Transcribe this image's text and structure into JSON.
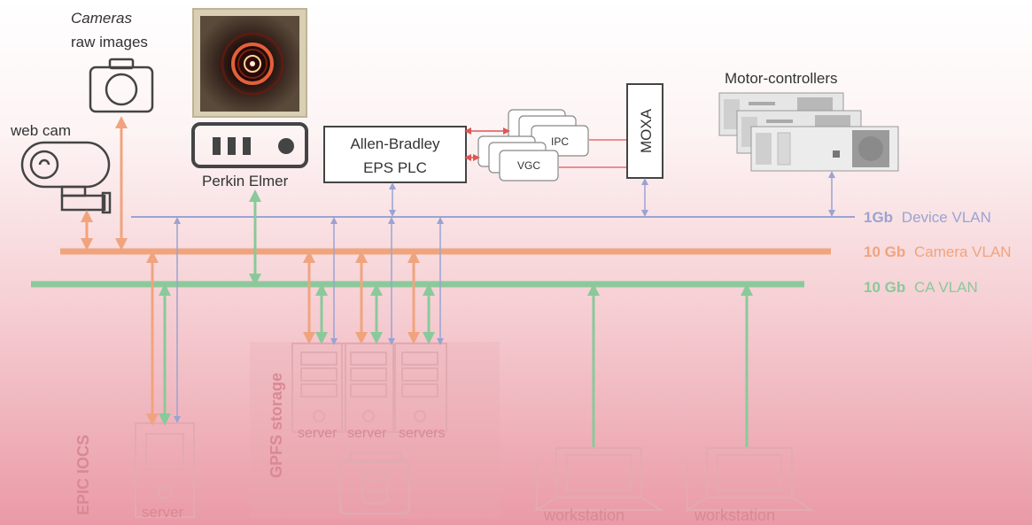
{
  "labels": {
    "cameras_line1": "Cameras",
    "cameras_line2": "raw images",
    "webcam": "web cam",
    "perkin": "Perkin Elmer",
    "plc_line1": "Allen-Bradley",
    "plc_line2": "EPS PLC",
    "ipc": "IPC",
    "vgc": "VGC",
    "moxa": "MOXA",
    "motor": "Motor-controllers",
    "epics": "EPIC IOCS",
    "gpfs": "GPFS storage",
    "server": "server",
    "servers": [
      "server",
      "server",
      "servers"
    ],
    "workstation": "workstation"
  },
  "networks": [
    {
      "speed": "1Gb",
      "name": "Device  VLAN",
      "color": "#9aa3d2"
    },
    {
      "speed": "10 Gb",
      "name": "Camera VLAN",
      "color": "#f0a47e"
    },
    {
      "speed": "10 Gb",
      "name": "CA VLAN",
      "color": "#8ac99a"
    }
  ],
  "colors": {
    "device": "#9aa3d2",
    "camera": "#f0a47e",
    "ca": "#8ac99a",
    "serial_red": "#e05555"
  }
}
